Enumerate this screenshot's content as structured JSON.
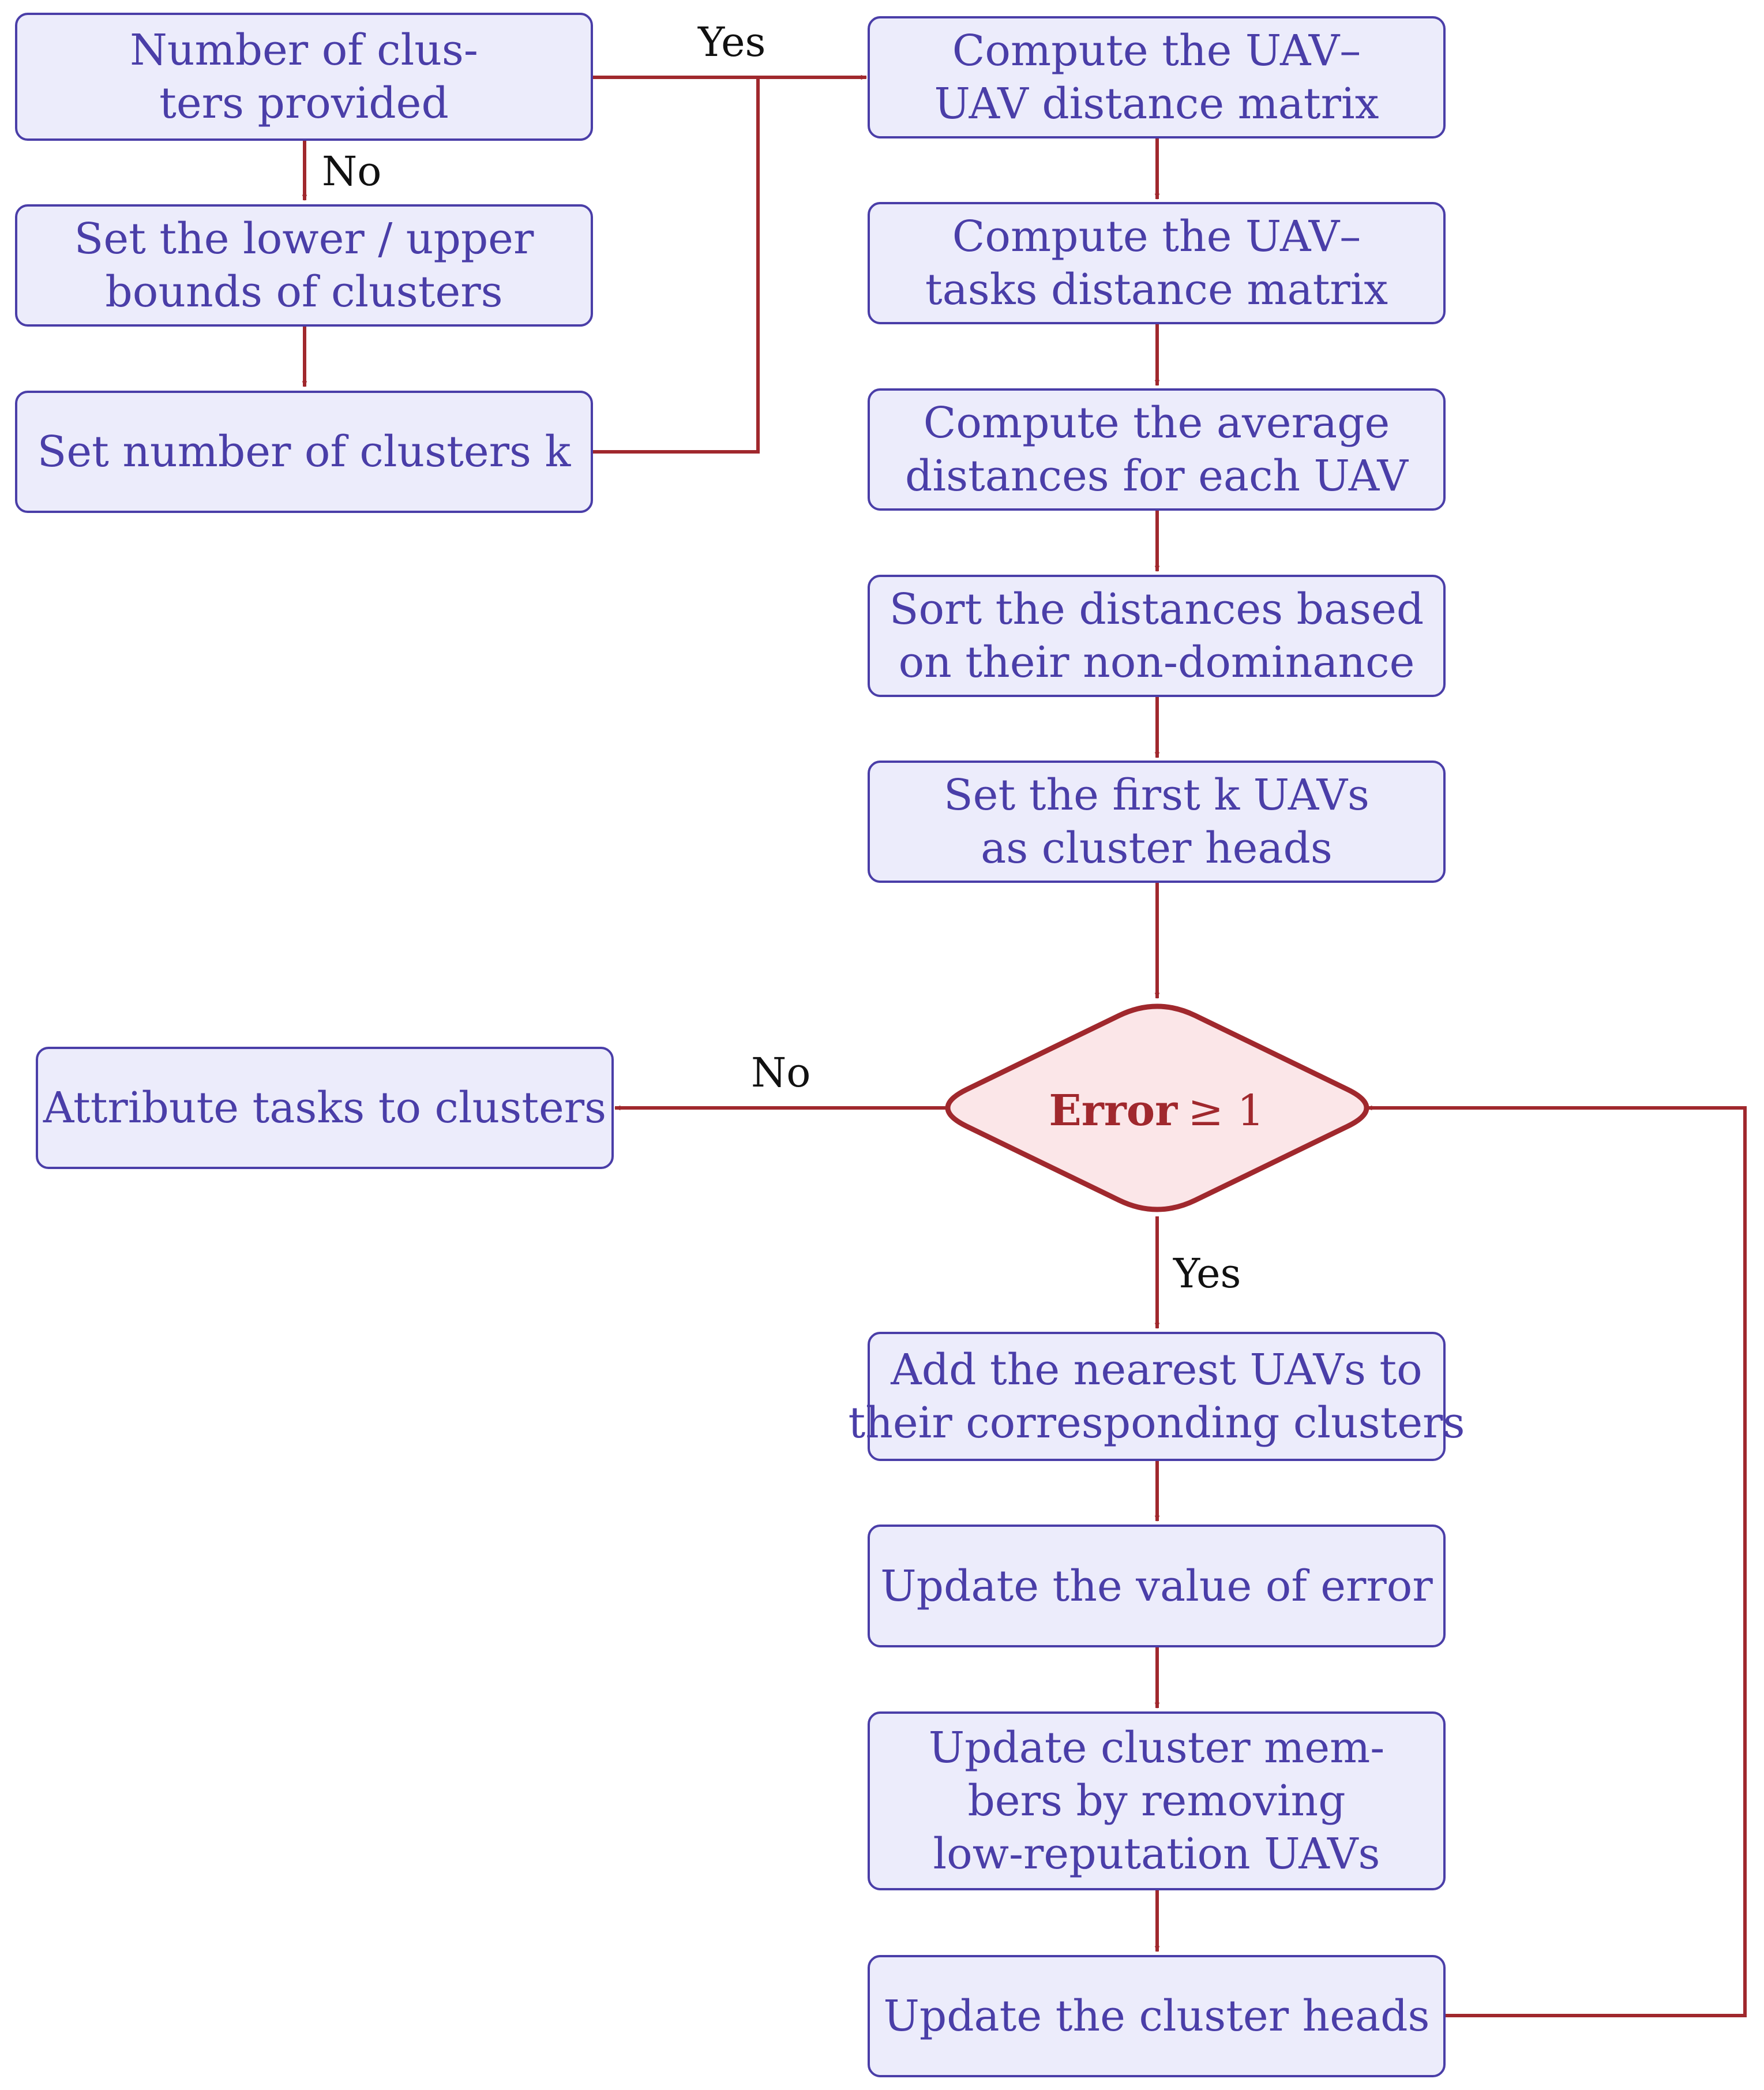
{
  "colors": {
    "box_fill": "#ececfb",
    "box_border": "#4a3ea8",
    "text": "#4a3ea8",
    "arrow": "#a0282d",
    "decision_fill": "#fbe6e8",
    "decision_border": "#a0282d"
  },
  "nodes": {
    "clusters_provided": [
      "Number of clus-",
      "ters provided"
    ],
    "set_bounds": [
      "Set the lower / upper",
      "bounds of clusters"
    ],
    "set_k": [
      "Set number of clusters k"
    ],
    "uav_uav": [
      "Compute the UAV–",
      "UAV distance matrix"
    ],
    "uav_tasks": [
      "Compute the UAV–",
      "tasks distance matrix"
    ],
    "avg_dist": [
      "Compute the average",
      "distances for each UAV"
    ],
    "sort_dist": [
      "Sort the distances based",
      "on their non-dominance"
    ],
    "first_k": [
      "Set the first k UAVs",
      "as cluster heads"
    ],
    "attribute": [
      "Attribute tasks to clusters"
    ],
    "add_nearest": [
      "Add the nearest UAVs to",
      "their corresponding clusters"
    ],
    "update_error": [
      "Update the value of error"
    ],
    "update_members": [
      "Update cluster mem-",
      "bers by removing",
      "low-reputation UAVs"
    ],
    "update_heads": [
      "Update the cluster heads"
    ]
  },
  "decision": {
    "bold": "Error",
    "rest": "≥ 1"
  },
  "labels": {
    "yes_top": "Yes",
    "no_left": "No",
    "no_decision": "No",
    "yes_decision": "Yes"
  }
}
